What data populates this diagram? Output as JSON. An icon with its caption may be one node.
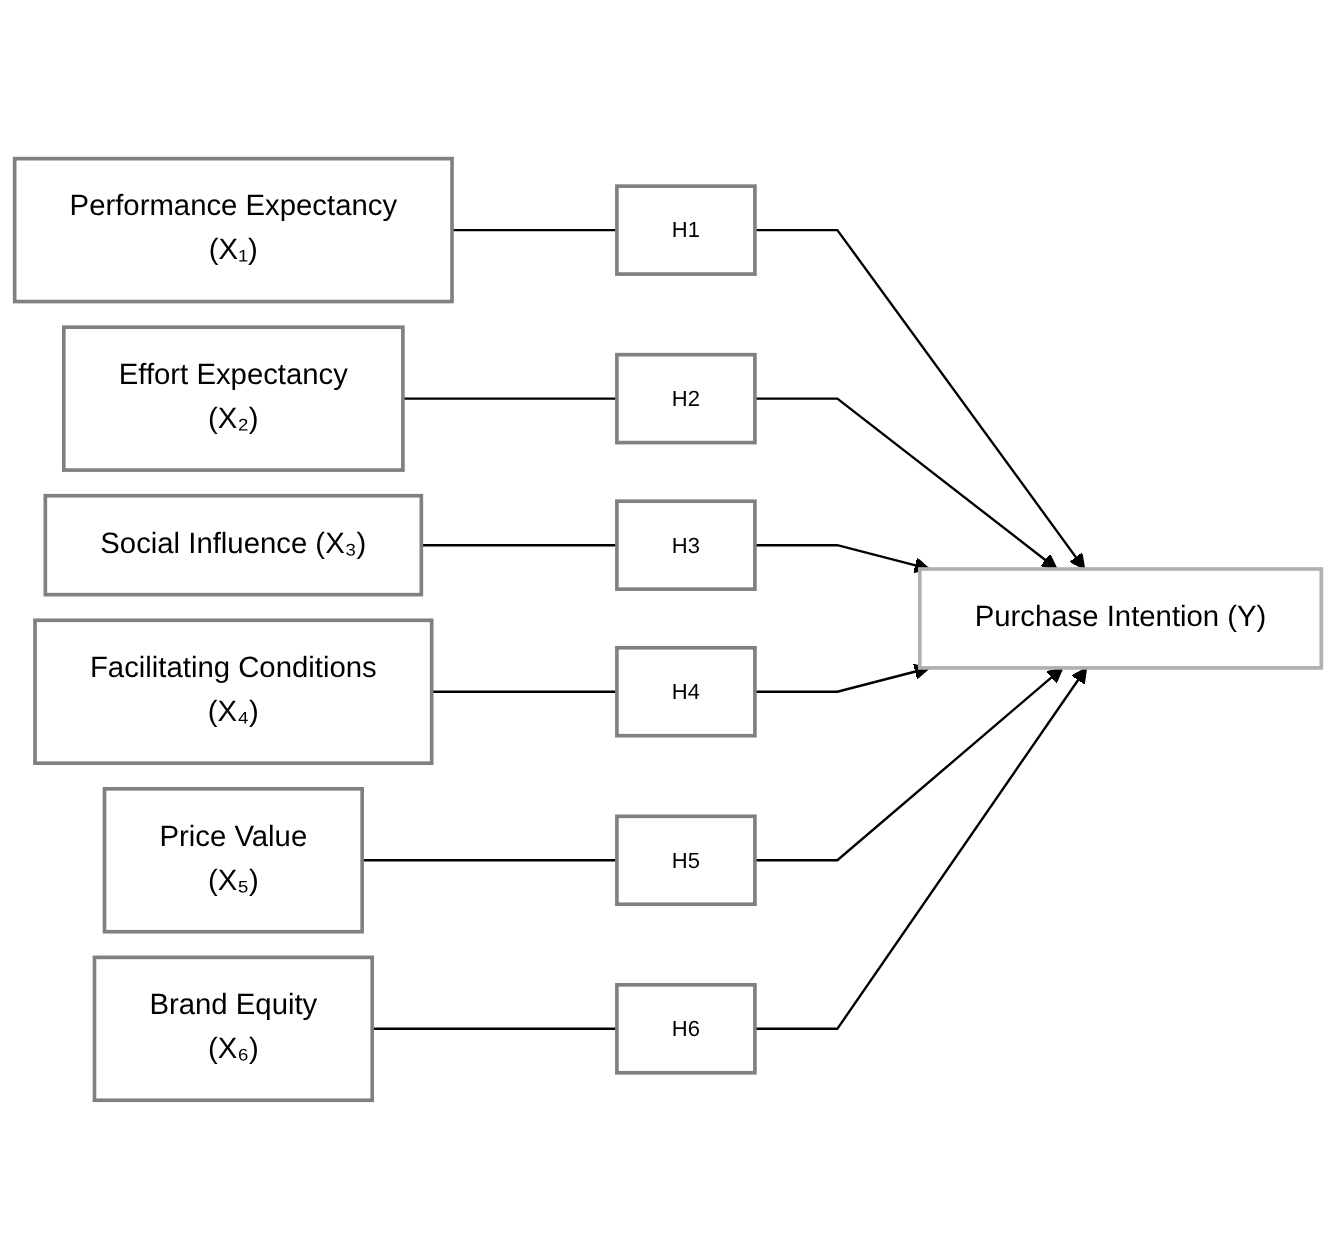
{
  "diagram": {
    "nodes": [
      {
        "text": [
          "Performance Expectancy",
          "(X₁)"
        ]
      },
      {
        "text": [
          "Effort Expectancy",
          "(X₂)"
        ]
      },
      {
        "text": [
          "Social Influence (X₃)"
        ]
      },
      {
        "text": [
          "Facilitating Conditions",
          "(X₄)"
        ]
      },
      {
        "text": [
          "Price Value",
          "(X₅)"
        ]
      },
      {
        "text": [
          "Brand Equity",
          "(X₆)"
        ]
      },
      {
        "text": [
          "H1"
        ]
      },
      {
        "text": [
          "H2"
        ]
      },
      {
        "text": [
          "H3"
        ]
      },
      {
        "text": [
          "H4"
        ]
      },
      {
        "text": [
          "H5"
        ]
      },
      {
        "text": [
          "H6"
        ]
      },
      {
        "text": [
          "Purchase Intention (Y)"
        ]
      }
    ],
    "edges": [
      {
        "from": 0,
        "to": 6,
        "arrow": "none"
      },
      {
        "from": 1,
        "to": 7,
        "arrow": "none"
      },
      {
        "from": 2,
        "to": 8,
        "arrow": "none"
      },
      {
        "from": 3,
        "to": 9,
        "arrow": "none"
      },
      {
        "from": 4,
        "to": 10,
        "arrow": "none"
      },
      {
        "from": 5,
        "to": 11,
        "arrow": "none"
      },
      {
        "from": 6,
        "to": 12,
        "arrow": "to"
      },
      {
        "from": 7,
        "to": 12,
        "arrow": "to"
      },
      {
        "from": 8,
        "to": 12,
        "arrow": "to"
      },
      {
        "from": 9,
        "to": 12,
        "arrow": "to"
      },
      {
        "from": 10,
        "to": 12,
        "arrow": "to"
      },
      {
        "from": 11,
        "to": 12,
        "arrow": "to"
      }
    ]
  }
}
